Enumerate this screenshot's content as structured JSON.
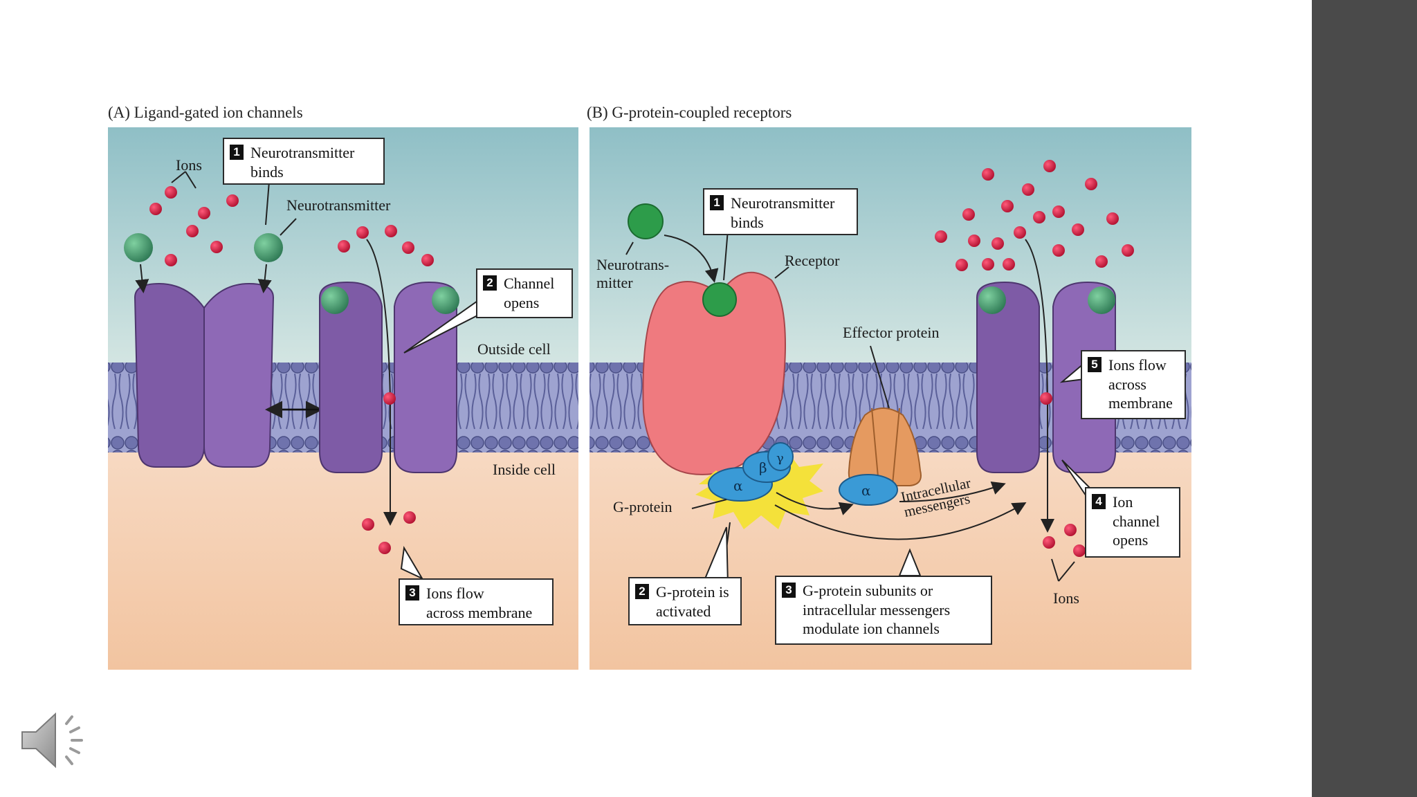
{
  "colors": {
    "background": "#ffffff",
    "right_bar": "#4a4a4a",
    "extracellular_top": "#8fbfc6",
    "extracellular_bottom": "#d3e5e2",
    "intracellular_top": "#f7d2b8",
    "intracellular_bottom": "#f3c9a6",
    "membrane": "#8a8fc2",
    "channel": "#7e5ba6",
    "receptor": "#ef7a7f",
    "g_protein": "#3a9ad6",
    "effector": "#e59a60",
    "ion": "#c4153a",
    "neurotransmitter_green": "#2d9c4a",
    "neurotransmitter_teal": "#3d8f6a",
    "activation_burst": "#f4e13a"
  },
  "panel_a": {
    "title": "(A)  Ligand-gated ion channels",
    "labels": {
      "ions": "Ions",
      "neurotransmitter": "Neurotransmitter",
      "outside_cell": "Outside cell",
      "inside_cell": "Inside cell"
    },
    "steps": [
      {
        "num": "1",
        "text": "Neurotransmitter\nbinds"
      },
      {
        "num": "2",
        "text": "Channel\nopens"
      },
      {
        "num": "3",
        "text": "Ions flow\nacross membrane"
      }
    ]
  },
  "panel_b": {
    "title": "(B)  G-protein-coupled receptors",
    "labels": {
      "neurotransmitter": "Neurotrans-\nmitter",
      "receptor": "Receptor",
      "effector_protein": "Effector protein",
      "g_protein": "G-protein",
      "intracellular_messengers": "Intracellular\nmessengers",
      "ions": "Ions",
      "alpha": "α",
      "beta": "β",
      "gamma": "γ"
    },
    "steps": [
      {
        "num": "1",
        "text": "Neurotransmitter\nbinds"
      },
      {
        "num": "2",
        "text": "G-protein is\nactivated"
      },
      {
        "num": "3",
        "text": "G-protein subunits or\nintracellular messengers\nmodulate ion channels"
      },
      {
        "num": "4",
        "text": "Ion\nchannel\nopens"
      },
      {
        "num": "5",
        "text": "Ions flow\nacross\nmembrane"
      }
    ]
  },
  "icons": {
    "speaker": "speaker-icon"
  }
}
